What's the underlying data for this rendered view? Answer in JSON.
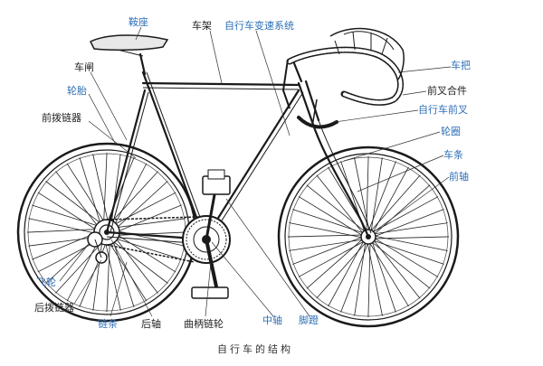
{
  "caption": "自行车的结构",
  "colors": {
    "blue_label": "#2e6fb5",
    "black_label": "#222222"
  },
  "labels": {
    "saddle": "鞍座",
    "frame": "车架",
    "derailleur_system": "自行车变速系统",
    "brake": "车闸",
    "tire": "轮胎",
    "front_derailleur": "前拨链器",
    "handlebar": "车把",
    "fork_fitting": "前叉合件",
    "front_fork": "自行车前叉",
    "rim": "轮圈",
    "spoke": "车条",
    "front_axle": "前轴",
    "flywheel": "飞轮",
    "rear_derailleur": "后拨链器",
    "chain": "链条",
    "rear_axle": "后轴",
    "crank": "曲柄链轮",
    "bottom_bracket": "中轴",
    "pedal": "脚蹬"
  }
}
